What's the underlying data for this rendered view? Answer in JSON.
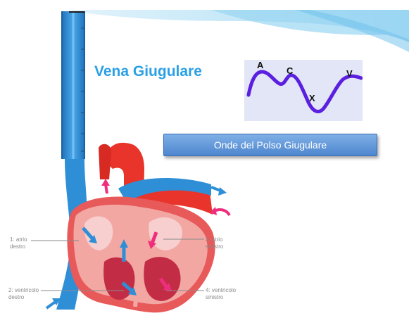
{
  "title": "Vena Giugulare",
  "wave": {
    "labels": {
      "a": "A",
      "c": "C",
      "x": "X",
      "v": "V"
    },
    "line_color": "#5a1fe0",
    "panel_color": "#e3e6f6"
  },
  "caption": "Onde del Polso Giugulare",
  "heart": {
    "label_1": {
      "line1": "1: atrio",
      "line2": "destro"
    },
    "label_2": {
      "line1": "2: ventricolo",
      "line2": "destro"
    },
    "label_3": {
      "line1": "3: atrio",
      "line2": "sinistro"
    },
    "label_4": {
      "line1": "4: ventricolo",
      "line2": "sinistro"
    }
  },
  "colors": {
    "accent": "#2aa0e4",
    "vein": "#2f8fd6",
    "artery": "#e8342a",
    "muscle": "#f2a7a3",
    "flow_arrow": "#ee2e7c"
  }
}
